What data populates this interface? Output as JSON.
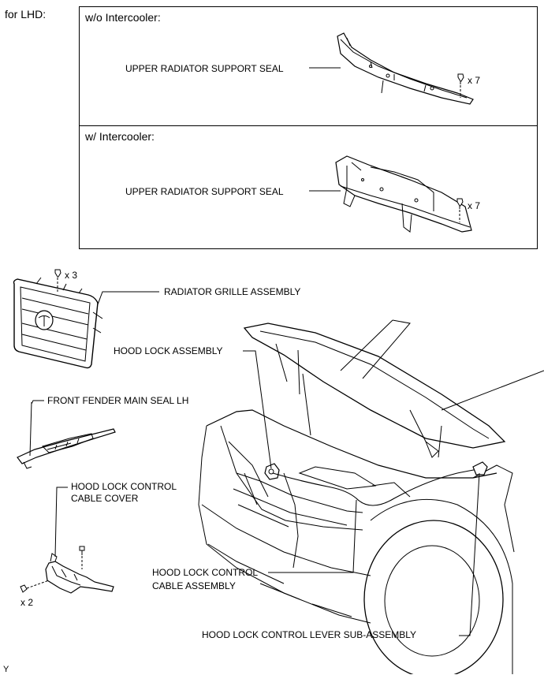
{
  "region_label": "for LHD:",
  "panel_a": {
    "title": "w/o Intercooler:",
    "part": "UPPER RADIATOR SUPPORT SEAL",
    "qty": "x 7"
  },
  "panel_b": {
    "title": "w/ Intercooler:",
    "part": "UPPER RADIATOR SUPPORT SEAL",
    "qty": "x 7"
  },
  "grille": {
    "label": "RADIATOR GRILLE ASSEMBLY",
    "qty": "x 3"
  },
  "hood_lock": {
    "label": "HOOD LOCK ASSEMBLY"
  },
  "fender_seal": {
    "label": "FRONT FENDER MAIN SEAL LH"
  },
  "cable_cover": {
    "label_line1": "HOOD LOCK CONTROL",
    "label_line2": "CABLE COVER",
    "qty": "x 2"
  },
  "cable_assy": {
    "label_line1": "HOOD LOCK CONTROL",
    "label_line2": "CABLE ASSEMBLY"
  },
  "lever": {
    "label": "HOOD LOCK CONTROL LEVER SUB-ASSEMBLY"
  },
  "footer_code": "Y"
}
